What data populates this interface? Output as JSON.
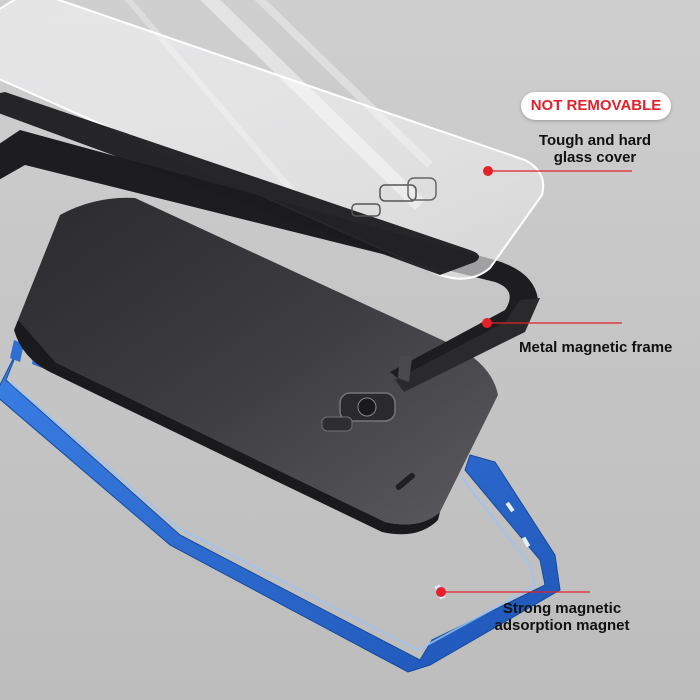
{
  "badge": {
    "text": "NOT REMOVABLE"
  },
  "callouts": {
    "glass_cover": "Tough and hard glass cover",
    "metal_frame": "Metal magnetic frame",
    "magnet": "Strong magnetic adsorption magnet"
  },
  "colors": {
    "badge_text": "#e4202a",
    "callout_dot": "#e4202a",
    "callout_line": "#e4202a",
    "blue_frame": "#2f6fd3",
    "black_frame": "#1d1d1f"
  }
}
